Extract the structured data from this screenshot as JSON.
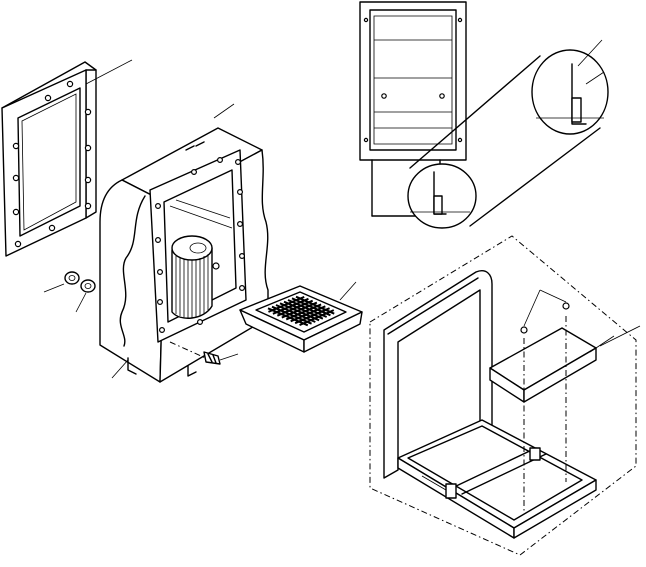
{
  "figure": {
    "background": "#ffffff",
    "ink": "#000000",
    "parts": [
      {
        "id": "cover-gasket-frame"
      },
      {
        "id": "housing-box"
      },
      {
        "id": "filter-element"
      },
      {
        "id": "mesh-tray"
      },
      {
        "id": "nut-washer"
      },
      {
        "id": "drain-fitting"
      },
      {
        "id": "panel-detail"
      },
      {
        "id": "magnified-detail"
      },
      {
        "id": "frame-assembly"
      },
      {
        "id": "support-bar"
      },
      {
        "id": "fastener-pins"
      }
    ]
  }
}
